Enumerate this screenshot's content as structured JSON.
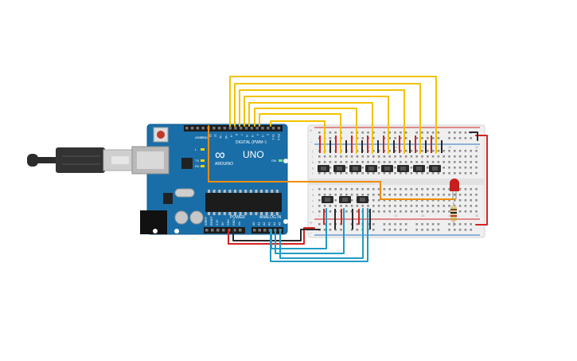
{
  "arduino": {
    "logo_symbol": "∞",
    "model": "UNO",
    "brand": "ARDUINO",
    "digital_label": "DIGITAL (PWM~)",
    "power_label": "POWER",
    "analog_label": "ANALOG IN",
    "aref_label": "AREF",
    "gnd_label": "GND",
    "tx_label": "TX",
    "rx_label": "RX",
    "l_label": "L",
    "on_label": "ON",
    "digital_pins": [
      "13",
      "12",
      "~11",
      "~10",
      "~9",
      "8",
      "7",
      "~6",
      "~5",
      "4",
      "~3",
      "2",
      "TX 1",
      "RX 0"
    ],
    "power_pins": [
      "IOREF",
      "RESET",
      "3.3V",
      "5V",
      "GND",
      "GND",
      "Vin"
    ],
    "analog_pins": [
      "A0",
      "A1",
      "A2",
      "A3",
      "A4",
      "A5"
    ]
  },
  "breadboard": {
    "rail_plus": "+",
    "rail_minus": "-",
    "row_letters_top": [
      "j",
      "i",
      "h",
      "g",
      "f"
    ],
    "row_letters_bottom": [
      "e",
      "d",
      "c",
      "b",
      "a"
    ],
    "column_numbers": [
      "1",
      "5",
      "10",
      "15",
      "20",
      "25",
      "30"
    ]
  },
  "components": {
    "top_switches": 8,
    "bottom_switches": 3,
    "led_color": "#c81e1e",
    "resistor_color": "#d9c89a"
  },
  "wire_colors": {
    "yellow": "#f2c300",
    "blue": "#1f9bc4",
    "red": "#d62222",
    "black": "#2a2a2a",
    "orange": "#f08c00"
  },
  "usb": {
    "cable_color": "#2b2b2b"
  }
}
